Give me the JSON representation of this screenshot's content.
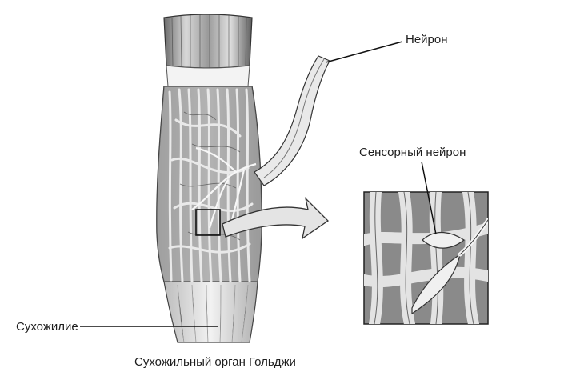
{
  "labels": {
    "neuron": "Нейрон",
    "sensory_neuron": "Сенсорный нейрон",
    "tendon": "Сухожилие"
  },
  "caption": "Сухожильный орган Гольджи",
  "colors": {
    "ink": "#1e1e1e",
    "fiber": "#cfcfcf",
    "capsule": "#e6e6e6",
    "shadow": "#8a8a8a"
  }
}
